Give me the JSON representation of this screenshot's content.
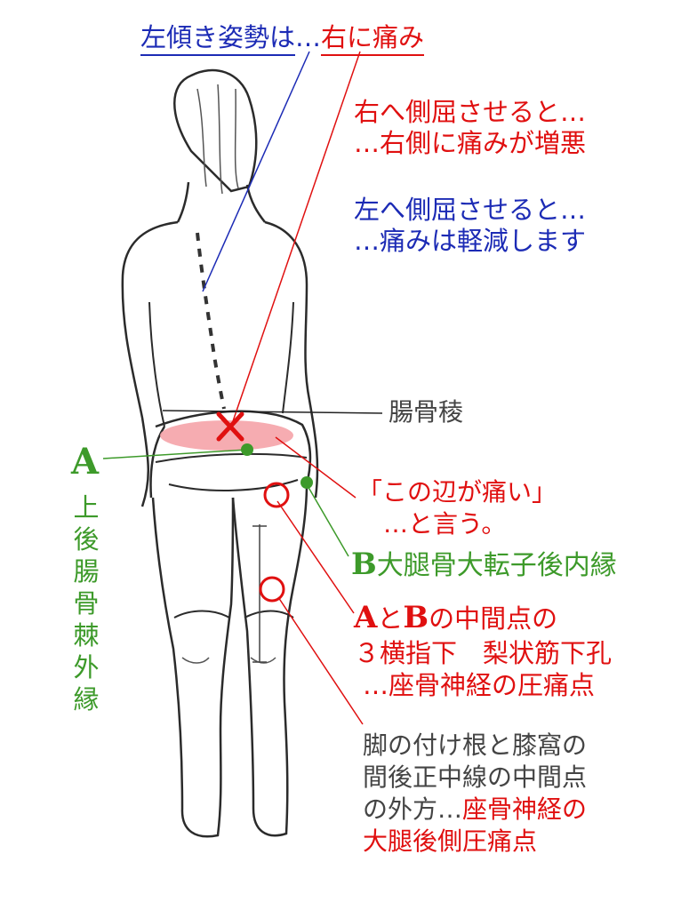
{
  "title": {
    "blue_part": "左傾き姿勢は",
    "ellipsis": "…",
    "red_part": "右に痛み"
  },
  "right_bend": {
    "line1": "右へ側屈させると…",
    "line2": "…右側に痛みが増悪"
  },
  "left_bend": {
    "line1": "左へ側屈させると…",
    "line2": "…痛みは軽減します"
  },
  "iliac_crest": "腸骨稜",
  "pain_area": {
    "line1": "「この辺が痛い」",
    "line2": "…と言う。"
  },
  "point_a": {
    "letter": "A",
    "description": "上後腸骨棘外縁"
  },
  "point_b": {
    "letter": "B",
    "description": "大腿骨大転子後内縁"
  },
  "ab_midpoint": {
    "letter_a": "A",
    "conj": "と",
    "letter_b": "B",
    "line1_rest": "の中間点の",
    "line2": "３横指下　梨状筋下孔",
    "line3": "…座骨神経の圧痛点"
  },
  "thigh_point": {
    "line1": "脚の付け根と膝窩の",
    "line2": "間後正中線の中間点",
    "line3_gray": "の外方…",
    "line3_red": "座骨神経の",
    "line4": "大腿後側圧痛点"
  },
  "colors": {
    "blue": "#1c2bb5",
    "red": "#e01010",
    "green": "#3d9a2a",
    "gray": "#444444",
    "pain_fill": "#f5a3a8",
    "sketch": "#2b2b2b"
  }
}
